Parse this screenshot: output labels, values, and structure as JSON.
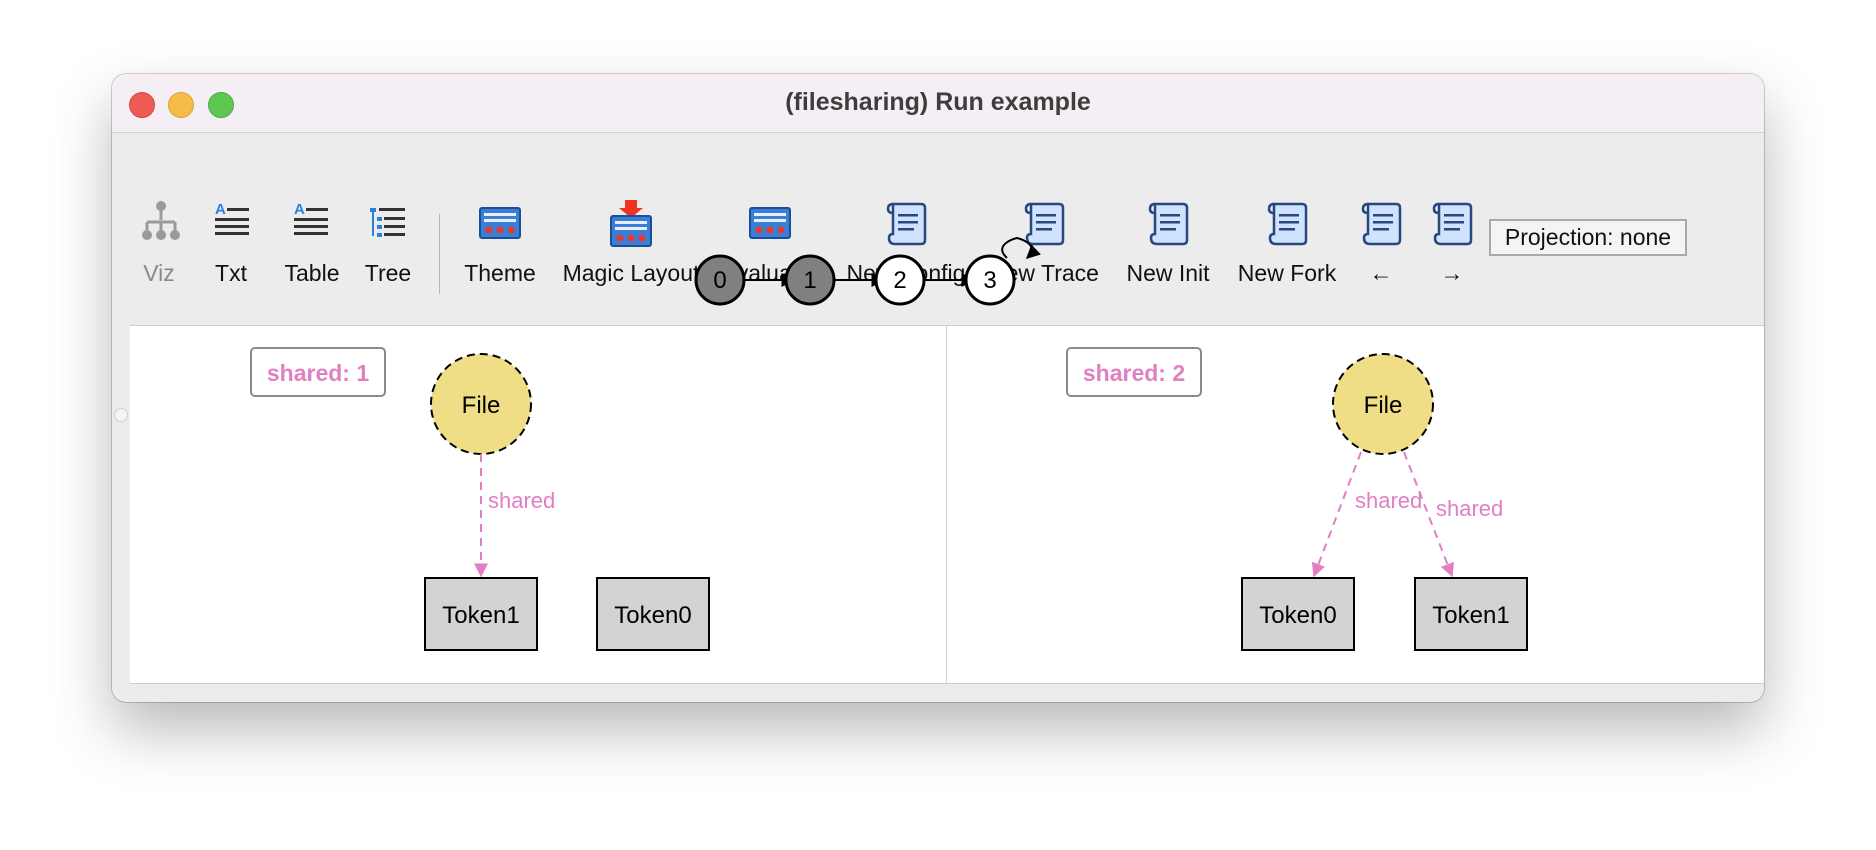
{
  "window": {
    "title": "(filesharing) Run example"
  },
  "toolbar": {
    "viz": "Viz",
    "txt": "Txt",
    "table": "Table",
    "tree": "Tree",
    "theme": "Theme",
    "magic_layout": "Magic Layout",
    "evaluator": "Evaluator",
    "new_config": "New Config",
    "new_trace": "New Trace",
    "new_init": "New Init",
    "new_fork": "New Fork",
    "prev": "←",
    "next": "→",
    "projection": "Projection: none"
  },
  "states": {
    "s0": "0",
    "s1": "1",
    "s2": "2",
    "s3": "3"
  },
  "left_pane": {
    "label": "shared: 1",
    "file": "File",
    "edge": "shared",
    "token_a": "Token1",
    "token_b": "Token0"
  },
  "right_pane": {
    "label": "shared: 2",
    "file": "File",
    "edge_a": "shared",
    "edge_b": "shared",
    "token_a": "Token0",
    "token_b": "Token1"
  },
  "colors": {
    "accent_pink": "#e17fc3",
    "file_fill": "#f0de86",
    "token_fill": "#d3d3d3",
    "visited_state": "#808080"
  }
}
